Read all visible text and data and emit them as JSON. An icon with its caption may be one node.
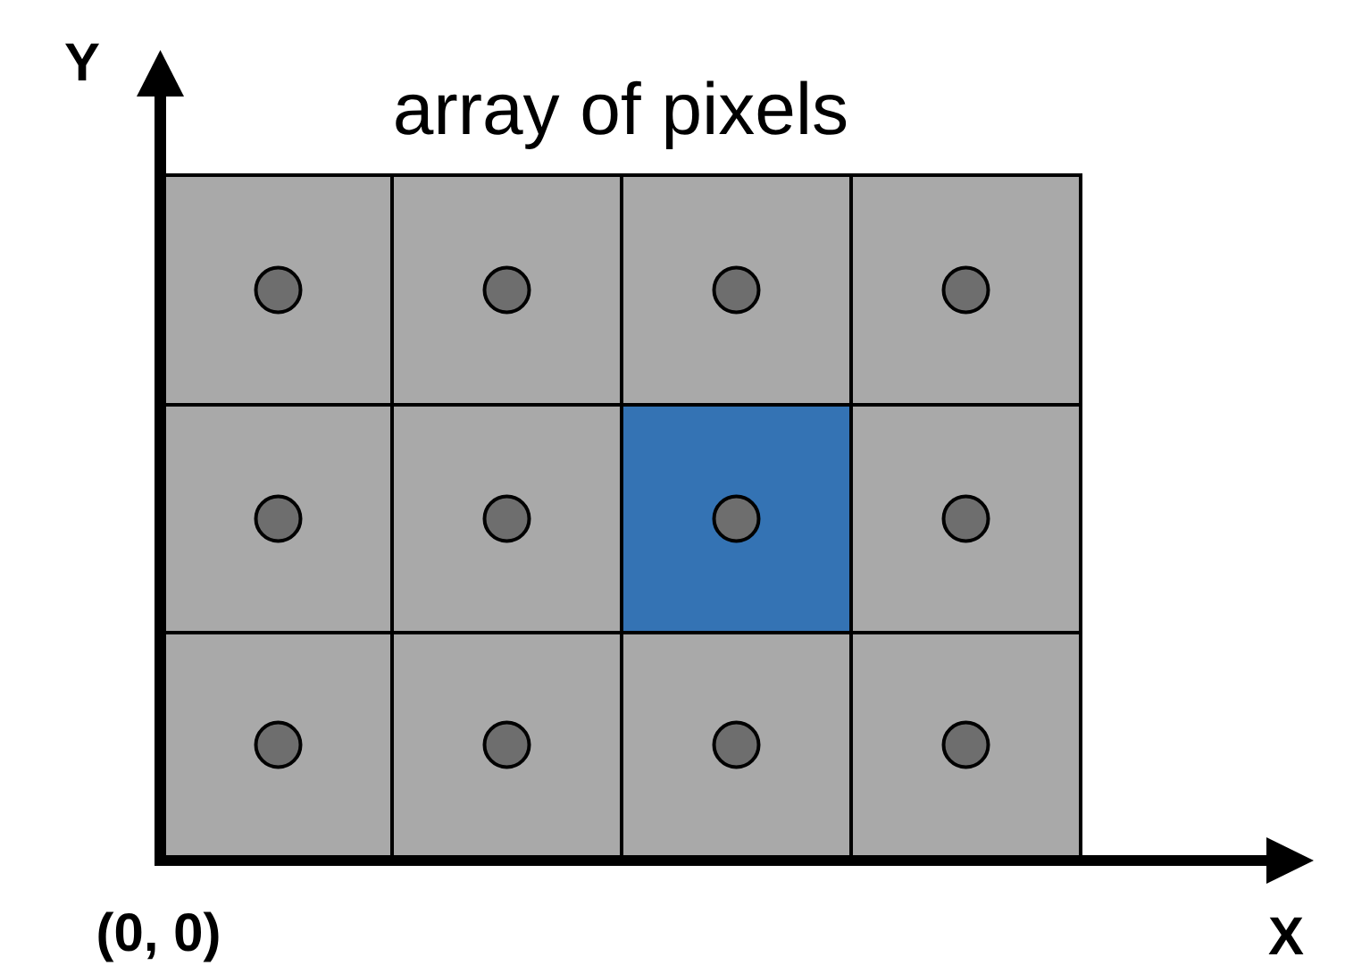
{
  "diagram": {
    "title": "array of pixels",
    "nodes": [
      {
        "text": [],
        "shape": "box"
      },
      {
        "text": [],
        "shape": "circle",
        "in": 0
      },
      {
        "text": [],
        "shape": "box"
      },
      {
        "text": [],
        "shape": "circle",
        "in": 2
      },
      {
        "text": [],
        "shape": "box"
      },
      {
        "text": [],
        "shape": "circle",
        "in": 4
      },
      {
        "text": [],
        "shape": "box"
      },
      {
        "text": [],
        "shape": "circle",
        "in": 6
      },
      {
        "text": [],
        "shape": "box"
      },
      {
        "text": [],
        "shape": "circle",
        "in": 8
      },
      {
        "text": [],
        "shape": "box"
      },
      {
        "text": [],
        "shape": "circle",
        "in": 10
      },
      {
        "text": [],
        "shape": "box"
      },
      {
        "text": [],
        "shape": "circle",
        "in": 12
      },
      {
        "text": [],
        "shape": "box"
      },
      {
        "text": [],
        "shape": "circle",
        "in": 14
      },
      {
        "text": [],
        "shape": "box"
      },
      {
        "text": [],
        "shape": "circle",
        "in": 16
      },
      {
        "text": [],
        "shape": "box"
      },
      {
        "text": [],
        "shape": "circle",
        "in": 18
      },
      {
        "text": [],
        "shape": "box"
      },
      {
        "text": [],
        "shape": "circle",
        "in": 20
      },
      {
        "text": [],
        "shape": "box"
      },
      {
        "text": [],
        "shape": "circle",
        "in": 22
      }
    ],
    "labels": [
      "Y",
      "(0, 0)",
      "X"
    ]
  }
}
